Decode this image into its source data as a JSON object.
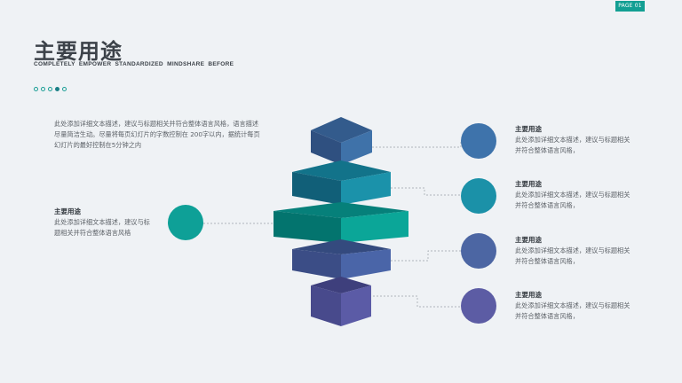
{
  "page_badge": "PAGE 01",
  "title": "主要用途",
  "subtitle": "COMPLETELY  EMPOWER  STANDARDIZED  MINDSHARE  BEFORE",
  "intro_text": "此处添加详细文本描述，建议与标题相关并符合整体语言风格，语言描述尽量简洁生动。尽量将每页幻灯片的字数控制在    200字以内，据统计每页幻灯片的最好控制在5分钟之内",
  "left_item": {
    "title": "主要用途",
    "desc": "此处添加详细文本描述，建议与标题相关并符合整体语言风格"
  },
  "right_items": [
    {
      "title": "主要用途",
      "desc": "此处添加详细文本描述，建议与标题相关并符合整体语言风格，"
    },
    {
      "title": "主要用途",
      "desc": "此处添加详细文本描述，建议与标题相关并符合整体语言风格，"
    },
    {
      "title": "主要用途",
      "desc": "此处添加详细文本描述，建议与标题相关并符合整体语言风格，"
    },
    {
      "title": "主要用途",
      "desc": "此处添加详细文本描述，建议与标题相关并符合整体语言风格，"
    }
  ],
  "colors": {
    "accent": "#139f93",
    "tier1": "#3d6fa6",
    "tier2": "#1a8fa5",
    "tier3": "#0aa396",
    "tier4": "#4a62a0",
    "tier5": "#5a5aa0"
  }
}
